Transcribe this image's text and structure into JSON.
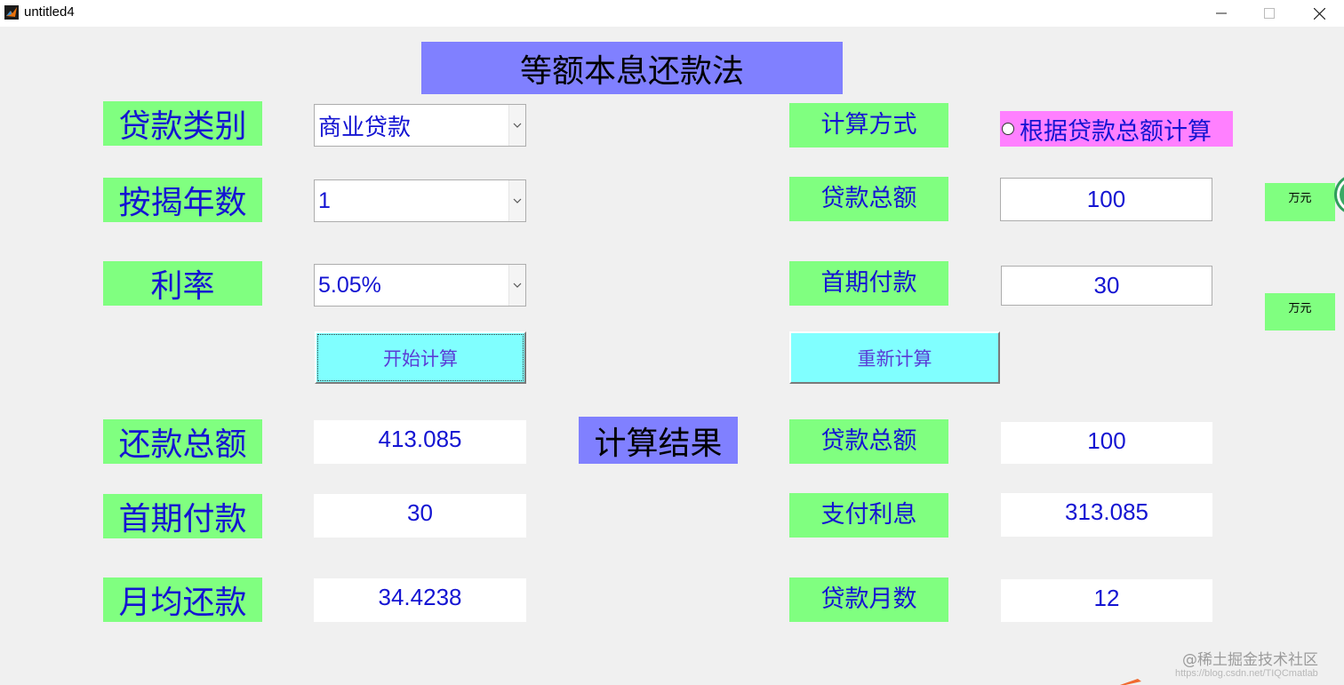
{
  "window": {
    "title": "untitled4"
  },
  "header": {
    "title": "等额本息还款法"
  },
  "inputs": {
    "loan_type": {
      "label": "贷款类别",
      "value": "商业贷款"
    },
    "years": {
      "label": "按揭年数",
      "value": "1"
    },
    "rate": {
      "label": "利率",
      "value": "5.05%"
    }
  },
  "calc_mode": {
    "label": "计算方式",
    "option": "根据贷款总额计算"
  },
  "loan_total": {
    "label": "贷款总额",
    "value": "100",
    "unit": "万元"
  },
  "down_payment": {
    "label": "首期付款",
    "value": "30",
    "unit": "万元"
  },
  "buttons": {
    "start": "开始计算",
    "reset": "重新计算"
  },
  "results": {
    "title": "计算结果",
    "left": [
      {
        "label": "还款总额",
        "value": "413.085"
      },
      {
        "label": "首期付款",
        "value": "30"
      },
      {
        "label": "月均还款",
        "value": "34.4238"
      }
    ],
    "right": [
      {
        "label": "贷款总额",
        "value": "100"
      },
      {
        "label": "支付利息",
        "value": "313.085"
      },
      {
        "label": "贷款月数",
        "value": "12"
      }
    ]
  },
  "watermark": {
    "text": "@稀土掘金技术社区",
    "sub": "https://blog.csdn.net/TIQCmatlab"
  }
}
